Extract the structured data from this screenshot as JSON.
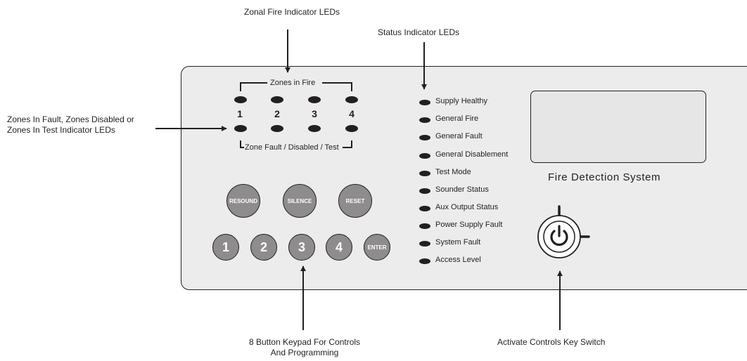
{
  "callouts": {
    "zonal_fire_leds": "Zonal Fire Indicator LEDs",
    "status_leds": "Status Indicator LEDs",
    "zone_fault_line1": "Zones In Fault, Zones Disabled or",
    "zone_fault_line2": "Zones In Test Indicator LEDs",
    "keypad_line1": "8 Button Keypad For Controls",
    "keypad_line2": "And Programming",
    "key_switch": "Activate Controls Key Switch"
  },
  "panel": {
    "zones_in_fire_label": "Zones in Fire",
    "zone_fault_label": "Zone Fault / Disabled / Test",
    "zone_numbers": [
      "1",
      "2",
      "3",
      "4"
    ],
    "status_indicators": [
      "Supply Healthy",
      "General Fire",
      "General Fault",
      "General Disablement",
      "Test Mode",
      "Sounder Status",
      "Aux Output Status",
      "Power Supply Fault",
      "System Fault",
      "Access Level"
    ],
    "control_buttons": [
      "RESOUND",
      "SILENCE",
      "RESET"
    ],
    "keypad_buttons": [
      "1",
      "2",
      "3",
      "4",
      "ENTER"
    ],
    "system_name": "Fire Detection System"
  },
  "colors": {
    "panel_background": "#ececec",
    "button_fill": "#8e8c8d",
    "led": "#231f20"
  }
}
